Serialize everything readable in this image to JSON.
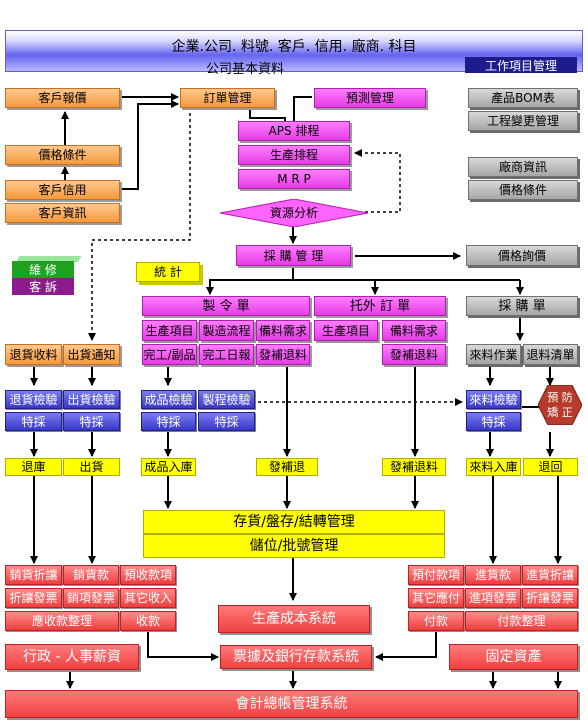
{
  "header": {
    "title": "企業.公司. 料號. 客戶. 信用. 廠商. 科目",
    "subtitle": "公司基本資料",
    "task_button": "工作項目管理"
  },
  "sales": {
    "customer_quote": "客戶報價",
    "price_terms": "價格條件",
    "customer_credit": "客戶信用",
    "customer_info": "客戶資訊"
  },
  "orders": {
    "order_mgmt": "訂單管理",
    "forecast_mgmt": "預測管理",
    "aps": "APS 排程",
    "production_schedule": "生產排程",
    "mrp": "M R P",
    "resource_analysis": "資源分析",
    "purchase_mgmt": "採 購 管 理",
    "price_inquiry": "價格詢價"
  },
  "engineering": {
    "bom": "產品BOM表",
    "ecn": "工程變更管理",
    "vendor_info": "廠商資訊",
    "vendor_price": "價格條件"
  },
  "misc": {
    "maintenance": "維 修",
    "complaint": "客 訴",
    "statistics": "統 計"
  },
  "work_order": {
    "title": "製 令 單",
    "production_items": "生產項目",
    "process": "製造流程",
    "material_needs": "備料需求",
    "finished_parts": "完工/副品",
    "completion_date": "完工日報",
    "supplement": "發補退料"
  },
  "outsource": {
    "title": "托外 訂 單",
    "production_items": "生產項目",
    "material_needs": "備料需求",
    "supplement": "發補退料"
  },
  "purchase_order": {
    "title": "採 購 單",
    "receive": "來料作業",
    "return_list": "退料清單"
  },
  "shipping": {
    "return_receipt": "退貨收料",
    "ship_notice": "出貨通知",
    "return_inspection": "退貨檢驗",
    "ship_inspection": "出貨檢驗"
  },
  "inspection": {
    "product_inspection": "成品檢驗",
    "process_inspection": "製程檢驗",
    "incoming_inspection": "來料檢驗",
    "special": "特採",
    "prevention_line1": "預 防",
    "prevention_line2": "矯 正"
  },
  "results": {
    "return_warehouse": "退庫",
    "shipment": "出貨",
    "product_stock_in": "成品入庫",
    "issue_return": "發補退",
    "issue_return_material": "發補退料",
    "incoming_stock_in": "來料入庫",
    "return_back": "退回"
  },
  "inventory": {
    "line1": "存貨/盤存/結轉管理",
    "line2": "儲位/批號管理"
  },
  "finance": {
    "sales_discount": "銷貨折讓",
    "sales_amount": "銷貨款",
    "advance_receipt": "預收款項",
    "discount_invoice": "折讓發票",
    "sales_invoice": "銷項發票",
    "other_income": "其它收入",
    "receivable_settle": "應收款整理",
    "receipt": "收款",
    "production_cost": "生產成本系統",
    "prepayment": "預付款項",
    "purchase_amount": "進貨款",
    "purchase_discount": "進貨折讓",
    "other_payable": "其它應付",
    "input_invoice": "進項發票",
    "payment": "付款",
    "payable_settle": "付款整理",
    "admin_hr": "行政 - 人事薪資",
    "notes_bank": "票據及銀行存款系統",
    "fixed_assets": "固定資產",
    "general_ledger": "會計總帳管理系統"
  }
}
